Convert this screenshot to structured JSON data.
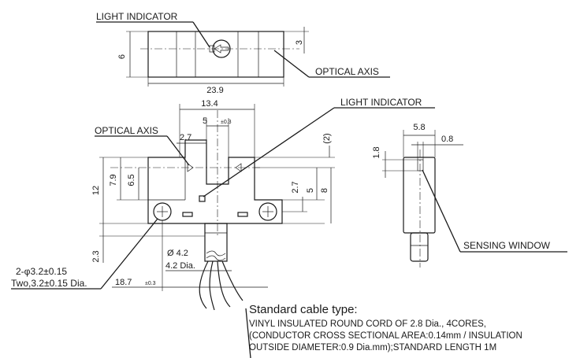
{
  "callouts": {
    "light_indicator_top": "LIGHT INDICATOR",
    "optical_axis_top": "OPTICAL AXIS",
    "light_indicator_front": "LIGHT INDICATOR",
    "optical_axis_front": "OPTICAL AXIS",
    "sensing_window": "SENSING WINDOW"
  },
  "dimensions": {
    "top_height": "6",
    "top_axis_offset": "3",
    "top_length": "23.9",
    "slot_width": "13.4",
    "slot_gap": "5",
    "slot_gap_tol": "±0.3",
    "slot_offset": "2.7",
    "slot_upper": "(2)",
    "overall_height": "12",
    "arm_height": "7.9",
    "axis_height": "6.5",
    "right_27": "2.7",
    "right_5": "5",
    "right_8": "8",
    "mount_23": "2.3",
    "hole_spacing": "18.7",
    "hole_spacing_tol": "±0.3",
    "cable_dia_symbol": "Ø 4.2",
    "cable_dia_text": "4.2 Dia.",
    "hole_spec_symbol": "2-φ3.2±0.15",
    "hole_spec_text": "Two,3.2±0.15 Dia.",
    "side_width": "5.8",
    "side_window": "0.8",
    "side_height": "1.8"
  },
  "cable_note": {
    "title": "Standard cable type:",
    "lines": [
      "VINYL INSULATED ROUND CORD OF 2.8 Dia., 4CORES,",
      "(CONDUCTOR CROSS SECTIONAL AREA:0.14mm / INSULATION",
      "OUTSIDE DIAMETER:0.9 Dia.mm);STANDARD LENGTH 1M"
    ]
  }
}
